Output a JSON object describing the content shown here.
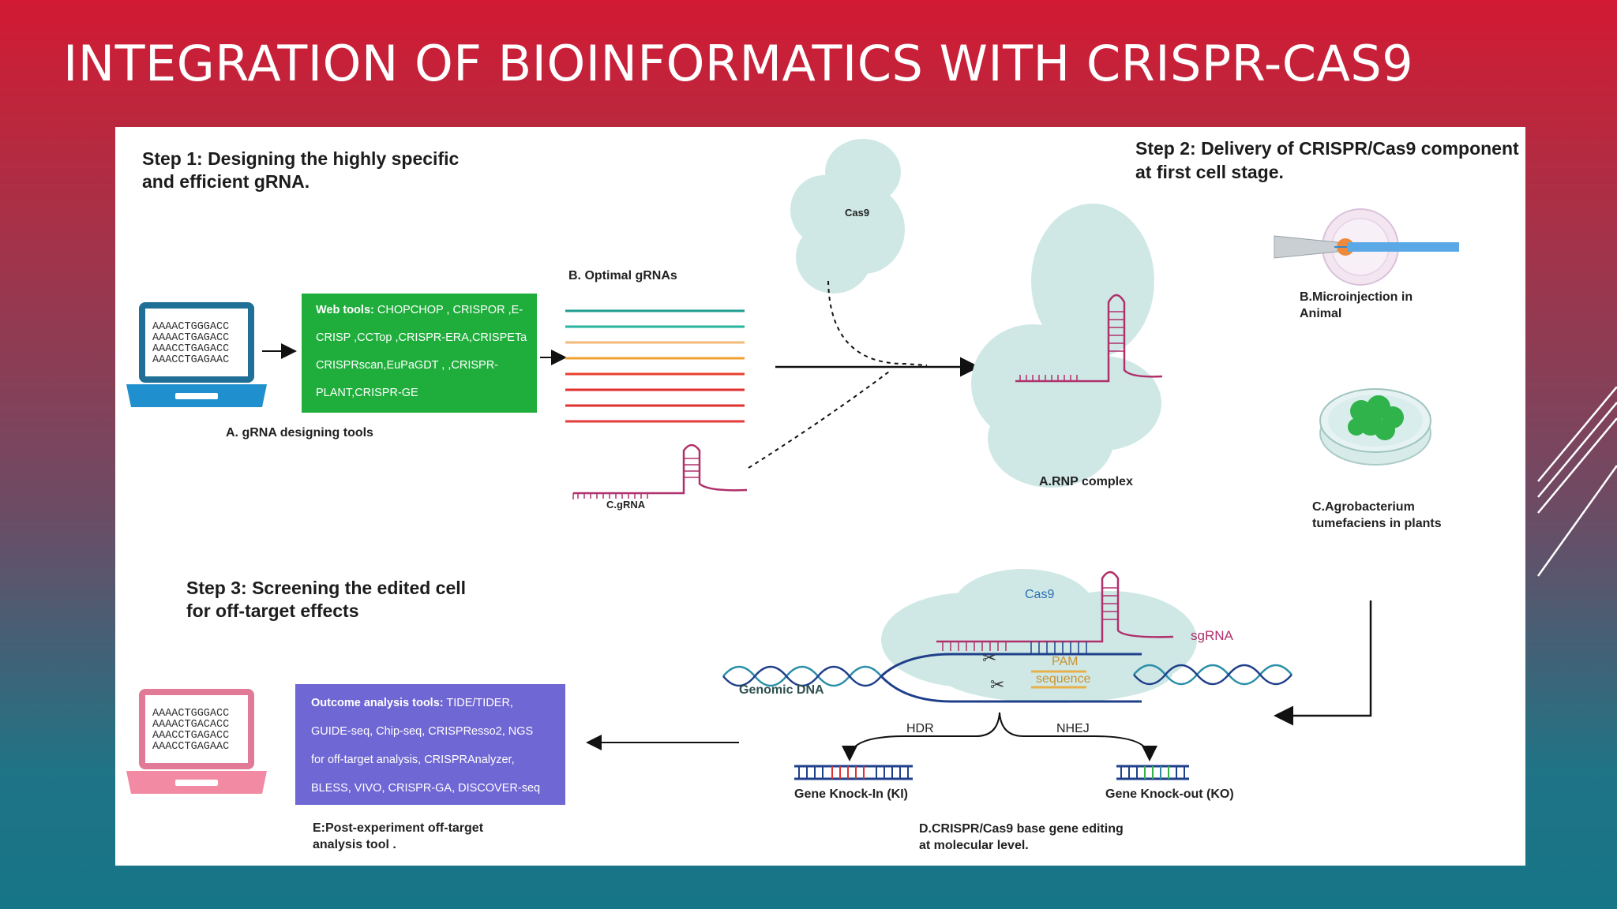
{
  "slide": {
    "title": "INTEGRATION OF BIOINFORMATICS WITH CRISPR-CAS9"
  },
  "colors": {
    "green_box": "#1fae3c",
    "purple_box": "#6f67d4",
    "laptop_blue": "#1f8fce",
    "laptop_pink": "#f28aa3",
    "cloud": "#cfe8e6",
    "grna": "#b0306b",
    "dna_teal": "#2a8ea8",
    "dna_navy": "#1f3f8a"
  },
  "step1": {
    "title_line1": "Step 1: Designing the highly specific",
    "title_line2": "and efficient gRNA.",
    "laptop_seq": [
      "AAAACTGGGACC",
      "AAAACTGAGACC",
      "AAACCTGAGACC",
      "AAACCTGAGAAC"
    ],
    "webtools_label": "Web tools:",
    "webtools_lines": [
      " CHOPCHOP , CRISPOR ,E-",
      "CRISP ,CCTop ,CRISPR-ERA,CRISPETa",
      "CRISPRscan,EuPaGDT , ,CRISPR-",
      "PLANT,CRISPR-GE"
    ],
    "tools_caption": "A. gRNA designing tools",
    "optimal_caption": "B. Optimal gRNAs",
    "grna_caption": "C.gRNA",
    "optimal_line_colors": [
      "#1f9e8f",
      "#27b5a0",
      "#f2b979",
      "#f0a030",
      "#e8402e",
      "#e32f2f",
      "#e03030",
      "#e33a3a"
    ]
  },
  "step2": {
    "title_line1": "Step 2: Delivery of CRISPR/Cas9 component",
    "title_line2": "at first cell stage.",
    "cas9_label": "Cas9",
    "rnp_caption": "A.RNP complex",
    "micro_line1": "B.Microinjection in",
    "micro_line2": "Animal",
    "agro_line1": "C.Agrobacterium",
    "agro_line2": "tumefaciens in plants"
  },
  "mechanism": {
    "cas9_label": "Cas9",
    "sgrna_label": "sgRNA",
    "pam_line1": "PAM",
    "pam_line2": "sequence",
    "genomic_label": "Genomic DNA",
    "hdr_label": "HDR",
    "nhej_label": "NHEJ",
    "ki_label": "Gene Knock-In (KI)",
    "ko_label": "Gene Knock-out (KO)",
    "caption_line1": "D.CRISPR/Cas9 base gene editing",
    "caption_line2": "at molecular level."
  },
  "step3": {
    "title_line1": "Step 3: Screening the edited cell",
    "title_line2": "for off-target effects",
    "laptop_seq": [
      "AAAACTGGGACC",
      "AAAACTGACACC",
      "AAACCTGAGACC",
      "AAACCTGAGAAC"
    ],
    "outcome_label": "Outcome analysis tools:",
    "outcome_lines": [
      " TIDE/TIDER,",
      "GUIDE-seq, Chip-seq, CRISPResso2, NGS",
      "for off-target analysis, CRISPRAnalyzer,",
      "BLESS, VIVO, CRISPR-GA, DISCOVER-seq"
    ],
    "caption_line1": "E:Post-experiment off-target",
    "caption_line2": "analysis tool ."
  }
}
